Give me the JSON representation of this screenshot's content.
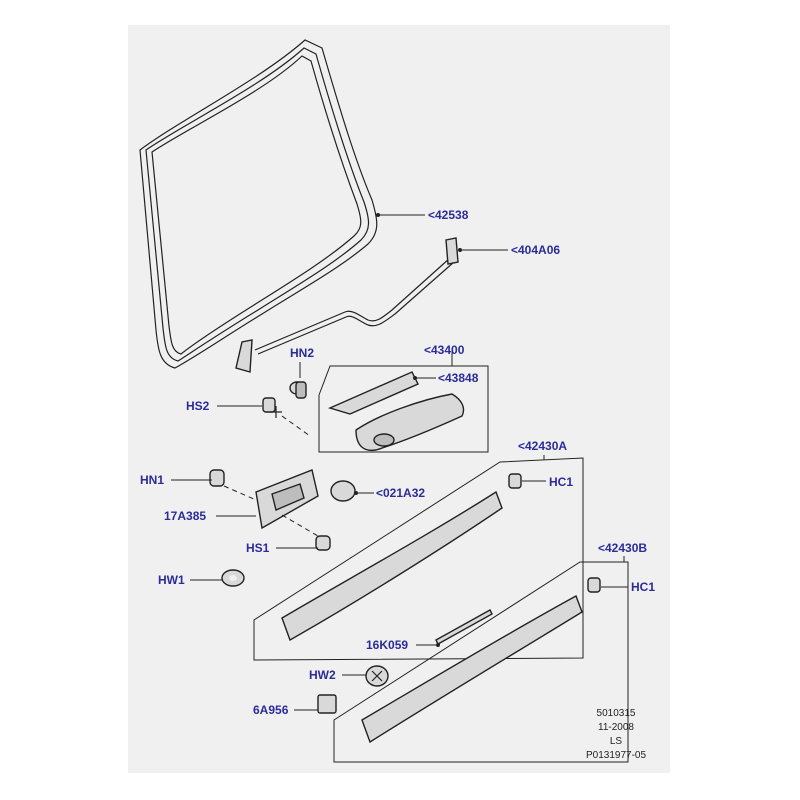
{
  "labels": {
    "seal": "<42538",
    "rod": "<404A06",
    "hn2": "HN2",
    "assembly": "<43400",
    "bracket": "<43848",
    "hs2": "HS2",
    "moulding_a": "<42430A",
    "hn1": "HN1",
    "hc1_a": "HC1",
    "plug": "<021A32",
    "plate": "17A385",
    "hs1": "HS1",
    "moulding_b": "<42430B",
    "hw1": "HW1",
    "hc1_b": "HC1",
    "strip": "16K059",
    "hw2": "HW2",
    "pad": "6A956"
  },
  "info_block": [
    "5010315",
    "11-2008",
    "LS",
    "P0131977-05"
  ],
  "colors": {
    "label": "#2b2b9a",
    "panel": "#f0f0f0",
    "line": "#222222"
  }
}
